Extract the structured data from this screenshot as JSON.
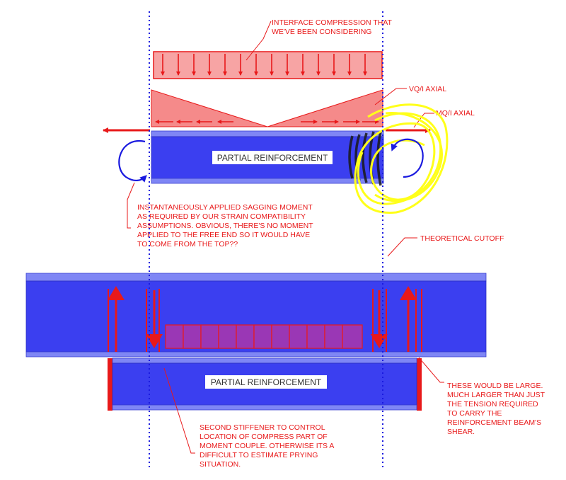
{
  "colors": {
    "annotation_red": "#e8191a",
    "beam_blue": "#3b3ff0",
    "flange_blue": "#7f86f5",
    "guide_blue": "#1a1adf",
    "highlight_yellow": "#ffff1a",
    "load_fill": "#f7a4a4",
    "stiffener_purple": "#9a37b5"
  },
  "labels": {
    "interface_compression": [
      "INTERFACE COMPRESSION THAT",
      "WE'VE BEEN CONSIDERING"
    ],
    "vq_axial": "VQ/I AXIAL",
    "mq_axial": "MQ/I AXIAL",
    "partial_reinforcement_top": "PARTIAL REINFORCEMENT",
    "sagging_moment": [
      "INSTANTANEOUSLY APPLIED SAGGING MOMENT",
      "AS REQUIRED BY OUR STRAIN COMPATIBILITY",
      "ASSUMPTIONS.  OBVIOUS, THERE'S NO MOMENT",
      "APPLIED TO THE FREE END SO IT WOULD HAVE",
      "TO COME FROM THE TOP??"
    ],
    "theoretical_cutoff": "THEORETICAL CUTOFF",
    "partial_reinforcement_bottom": "PARTIAL REINFORCEMENT",
    "these_would_be_large": [
      "THESE WOULD BE LARGE.",
      "MUCH LARGER THAN JUST",
      "THE TENSION REQUIRED",
      "TO CARRY THE",
      "REINFORCEMENT BEAM'S",
      "SHEAR."
    ],
    "second_stiffener": [
      "SECOND STIFFENER TO CONTROL",
      "LOCATION OF COMPRESS PART OF",
      "MOMENT COUPLE.  OTHERWISE ITS A",
      "DIFFICULT TO ESTIMATE PRYING",
      "SITUATION."
    ]
  }
}
